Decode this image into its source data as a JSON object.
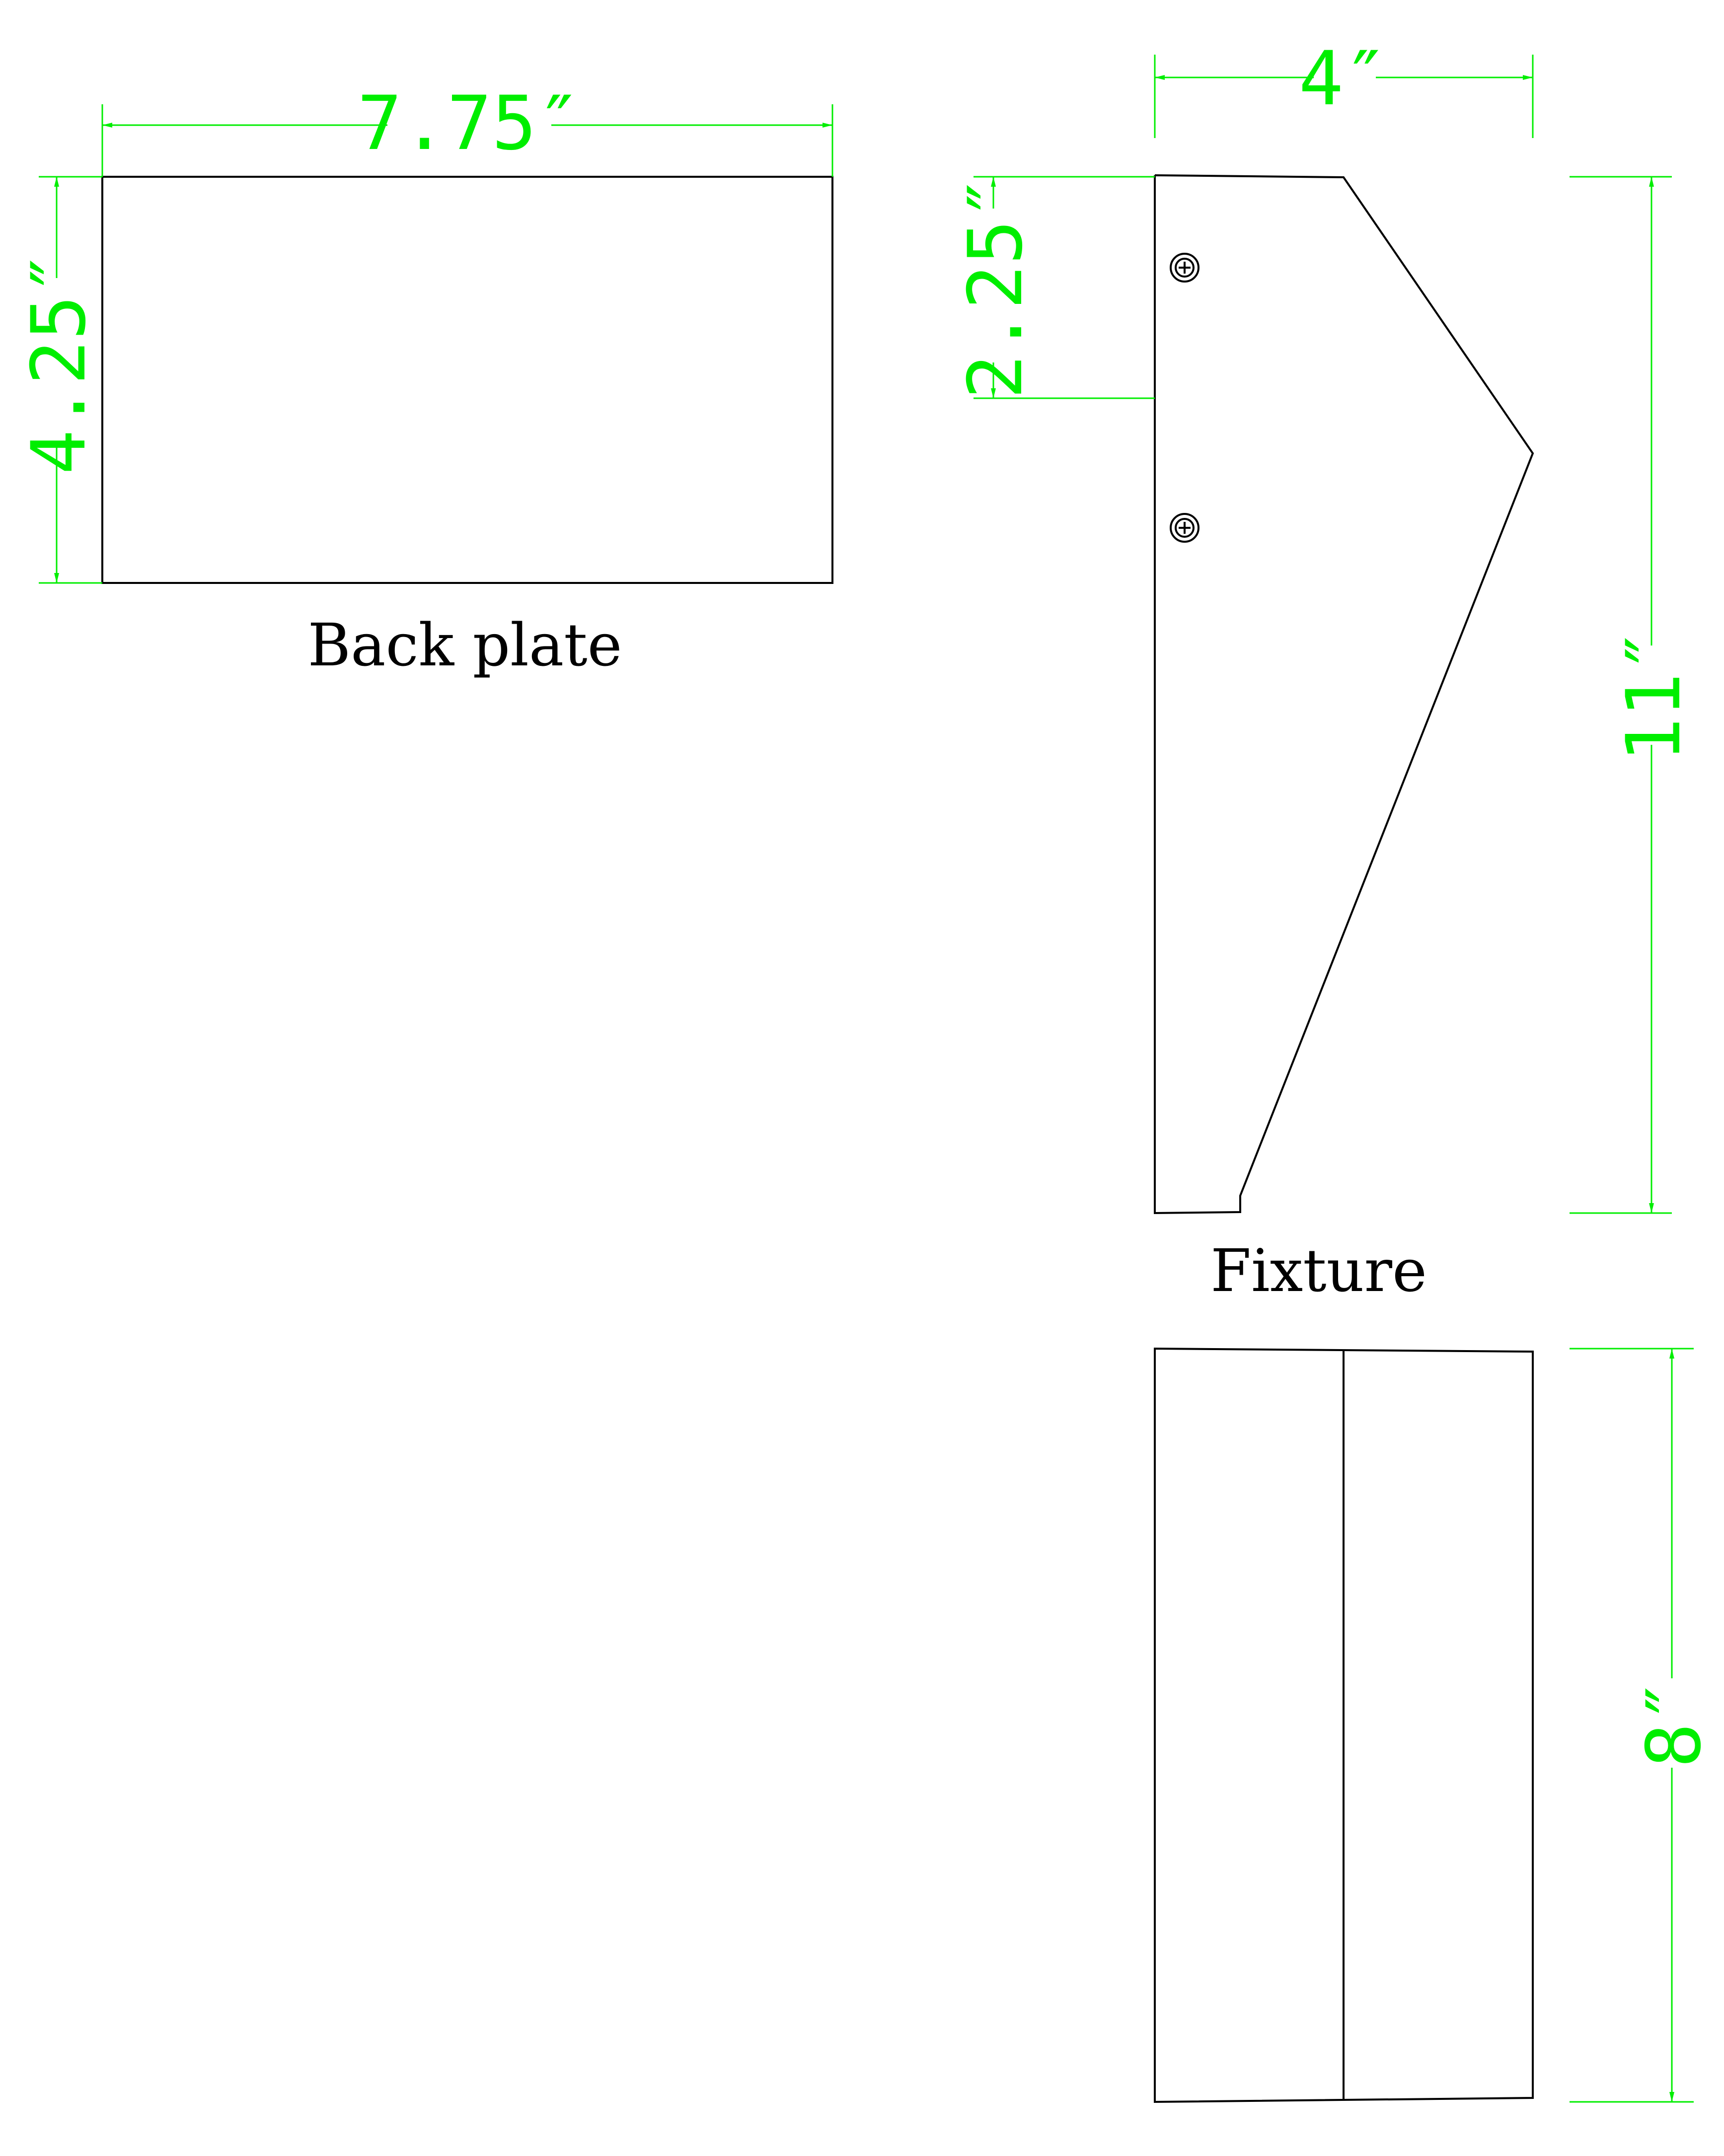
{
  "colors": {
    "outline": "#000000",
    "dimension": "#00ee00"
  },
  "labels": {
    "back_plate": "Back plate",
    "fixture": "Fixture"
  },
  "dimensions": {
    "back_plate_width": "7.75″",
    "back_plate_height": "4.25″",
    "fixture_depth": "4″",
    "mount_offset": "2.25″",
    "fixture_height": "11″",
    "front_width": "8″"
  },
  "icons": {
    "screw": "screw-icon"
  }
}
